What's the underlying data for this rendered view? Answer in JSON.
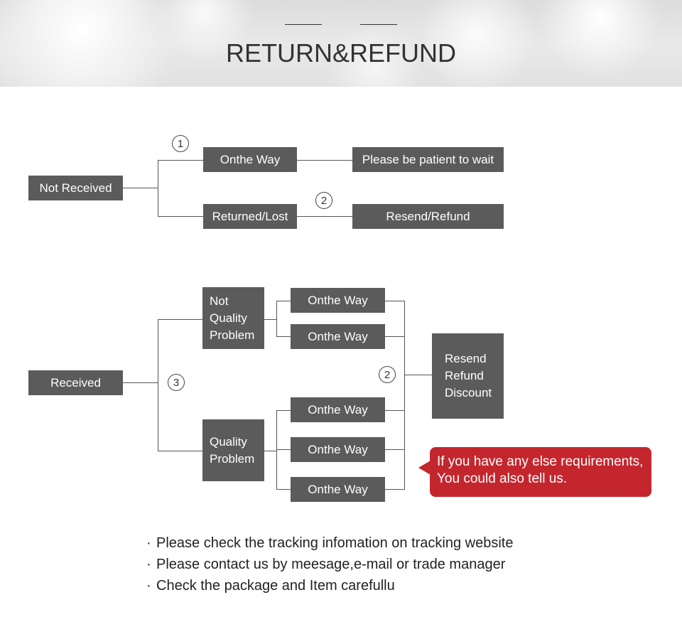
{
  "header": {
    "title": "RETURN&REFUND"
  },
  "not_received": {
    "root": "Not Received",
    "step1": "1",
    "on_the_way": "Onthe Way",
    "wait": "Please be patient to wait",
    "returned_lost": "Returned/Lost",
    "step2": "2",
    "resend_refund": "Resend/Refund"
  },
  "received": {
    "root": "Received",
    "step3": "3",
    "not_quality": "Not\nQuality\nProblem",
    "quality": "Quality\nProblem",
    "on_the_way_items": [
      "Onthe Way",
      "Onthe Way",
      "Onthe Way",
      "Onthe Way",
      "Onthe Way"
    ],
    "step2": "2",
    "outcome": "Resend\nRefund\nDiscount"
  },
  "callout": {
    "line1": "If you have any else requirements,",
    "line2": "You could also tell us."
  },
  "notes": [
    "Please check the tracking infomation on tracking website",
    "Please contact us by meesage,e-mail or trade manager",
    "Check the package and Item carefullu"
  ],
  "colors": {
    "node": "#5b5b5b",
    "callout": "#c4262e"
  }
}
